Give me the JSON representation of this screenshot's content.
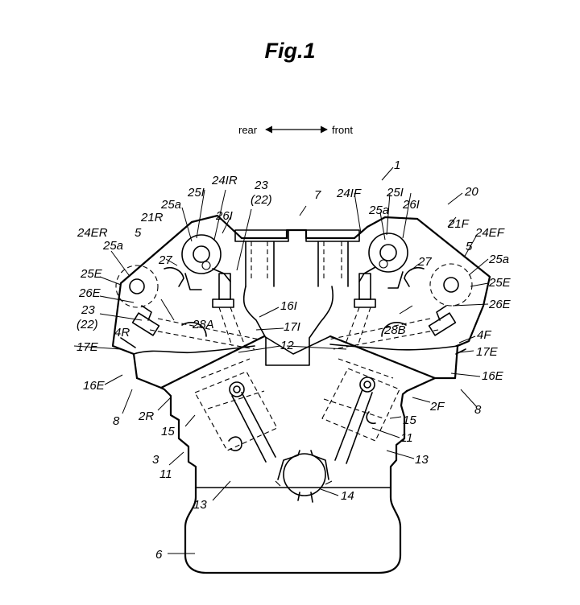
{
  "figure": {
    "title": "Fig.1",
    "direction": {
      "rear": "rear",
      "front": "front"
    }
  },
  "labels": {
    "l1": "1",
    "l20": "20",
    "l7": "7",
    "l23a": "23",
    "l22a": "(22)",
    "l24IR": "24IR",
    "l25Ia": "25I",
    "l25aA": "25a",
    "l21R": "21R",
    "l26Ia": "26I",
    "l24ER": "24ER",
    "l5a": "5",
    "l25aB": "25a",
    "l27a": "27",
    "l25Ea": "25E",
    "l26Ea": "26E",
    "l23b": "23",
    "l22b": "(22)",
    "l4R": "4R",
    "l17Ea": "17E",
    "l16Ea": "16E",
    "l8a": "8",
    "l2R": "2R",
    "l28A": "28A",
    "l24IF": "24IF",
    "l25Ib": "25I",
    "l26Ib": "26I",
    "l25aC": "25a",
    "l21F": "21F",
    "l24EF": "24EF",
    "l5b": "5",
    "l27b": "27",
    "l25aD": "25a",
    "l25Eb": "25E",
    "l26Eb": "26E",
    "l16Ia": "16I",
    "l17Ia": "17I",
    "l12": "12",
    "l28B": "28B",
    "l4F": "4F",
    "l17Eb": "17E",
    "l16Eb": "16E",
    "l8b": "8",
    "l2F": "2F",
    "l15a": "15",
    "l15b": "15",
    "l11a": "11",
    "l11b": "11",
    "l3": "3",
    "l13a": "13",
    "l13b": "13",
    "l14": "14",
    "l6": "6"
  }
}
